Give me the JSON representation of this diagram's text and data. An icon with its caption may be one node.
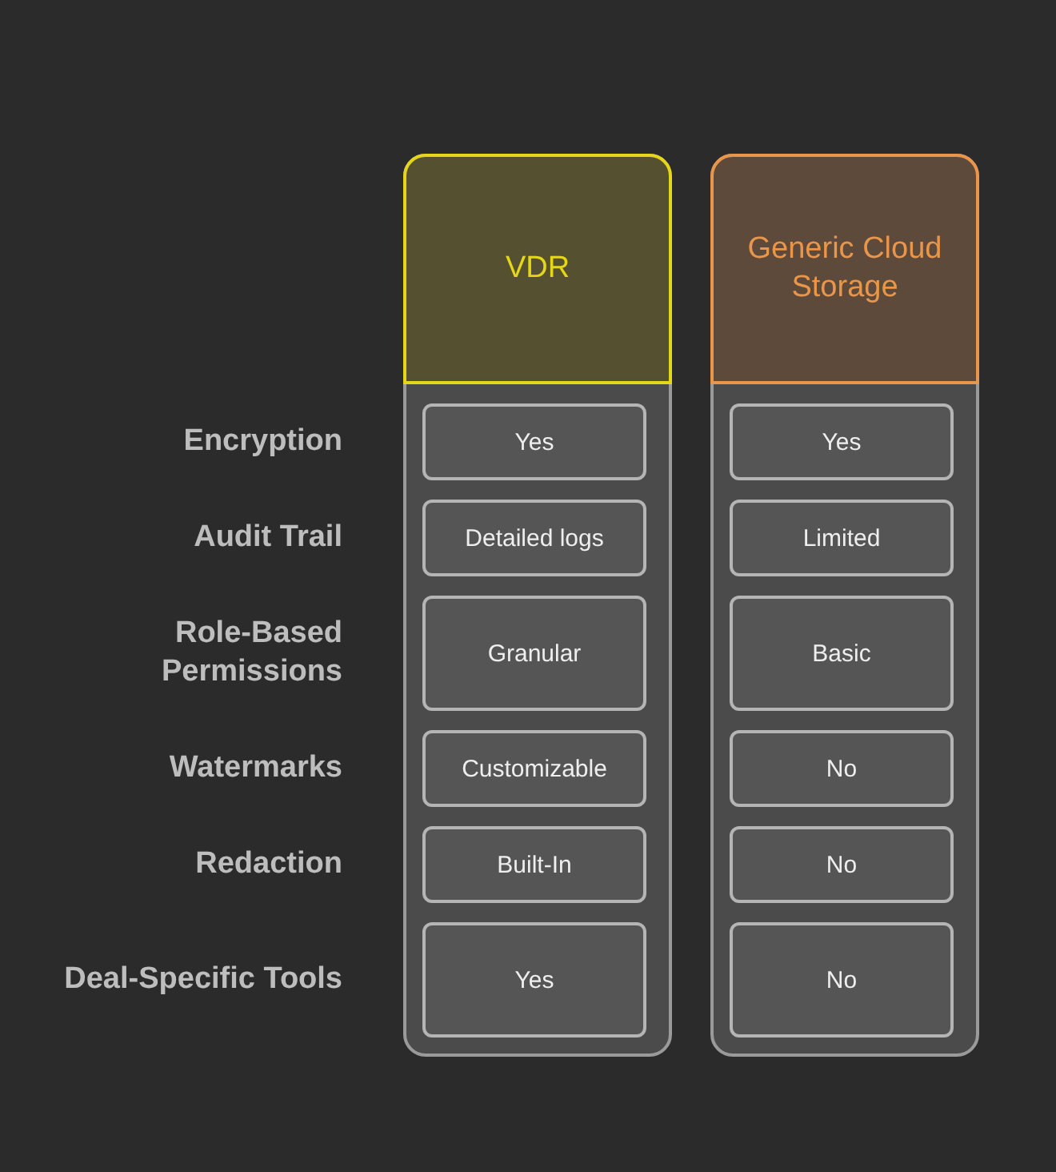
{
  "diagram": {
    "nodes": [
      {
        "text": [
          "VDR"
        ]
      },
      {
        "text": [
          "Yes"
        ],
        "in": 0
      },
      {
        "text": [
          "Detailed logs"
        ],
        "in": 0
      },
      {
        "text": [
          "Granular"
        ],
        "in": 0
      },
      {
        "text": [
          "Customizable"
        ],
        "in": 0
      },
      {
        "text": [
          "Built-In"
        ],
        "in": 0
      },
      {
        "text": [
          "Yes"
        ],
        "in": 0
      },
      {
        "text": [
          "Generic Cloud Storage"
        ]
      },
      {
        "text": [
          "Yes"
        ],
        "in": 7
      },
      {
        "text": [
          "Limited"
        ],
        "in": 7
      },
      {
        "text": [
          "Basic"
        ],
        "in": 7
      },
      {
        "text": [
          "No"
        ],
        "in": 7
      },
      {
        "text": [
          "No"
        ],
        "in": 7
      },
      {
        "text": [
          "No"
        ],
        "in": 7
      }
    ],
    "edges": [],
    "labels": [
      "Encryption",
      "Audit Trail",
      "Role-Based Permissions",
      "Watermarks",
      "Redaction",
      "Deal-Specific Tools"
    ]
  }
}
